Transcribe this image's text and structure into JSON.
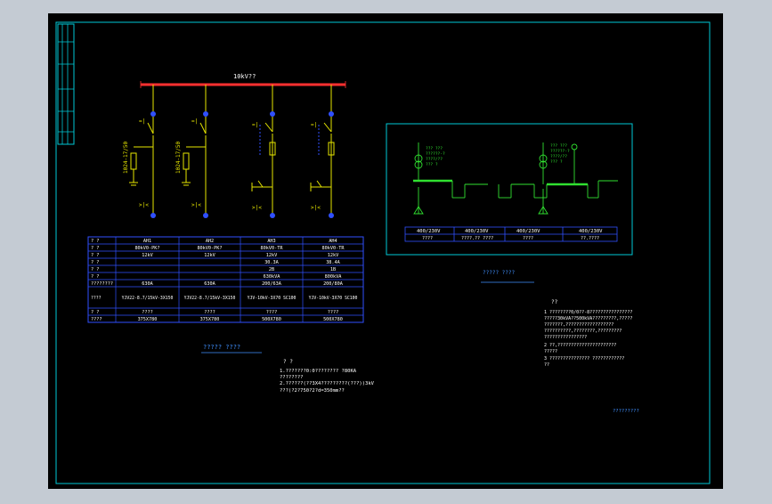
{
  "bus_label": "10kV??",
  "hv_panels": [
    {
      "rating": "1024-17/50"
    },
    {
      "rating": "1024-17/50"
    }
  ],
  "hv_table": {
    "headers": [
      "? ?",
      "AH1",
      "AH2",
      "AH3",
      "AH4"
    ],
    "rows": [
      [
        "? ?",
        "80kV0-PK?",
        "80kV0-PK?",
        "80kV0-TR",
        "80kV0-TR"
      ],
      [
        "? ?",
        "12kV",
        "12kV",
        "12kV",
        "12kV"
      ],
      [
        "? ?",
        "",
        "",
        "30.3A",
        "38.4A"
      ],
      [
        "? ?",
        "",
        "",
        "2B",
        "1B"
      ],
      [
        "? ?",
        "",
        "",
        "630kVA",
        "800kVA"
      ],
      [
        "????????",
        "630A",
        "630A",
        "200/63A",
        "200/80A"
      ],
      [
        "????",
        "YJV22-8.7/15kV-3X150",
        "YJV22-8.7/15kV-3X150",
        "YJV-10kV-3X70 SC100",
        "YJV-10kV-3X70 SC100"
      ],
      [
        "? ?",
        "????",
        "????",
        "????",
        "????"
      ],
      [
        "????",
        "375X780",
        "375X780",
        "500X780",
        "500X780"
      ]
    ]
  },
  "hv_caption": "????? ????",
  "hv_notes": {
    "title": "? ?",
    "lines": [
      "1.???????0:0???????? ?80KA",
      "  ????????",
      "2.??????(??3X4?????????(???))3kV",
      "  ???(?2?750?2?d=350mm??"
    ]
  },
  "lv_table": {
    "headers": [
      "400/230V",
      "400/230V",
      "400/230V",
      "400/230V"
    ],
    "values": [
      "????",
      "????.?? ????",
      "????",
      "??.????"
    ]
  },
  "lv_caption": "????? ????",
  "right_notes": {
    "title": "??",
    "lines": [
      "1  ????????0/0??-8????????????????",
      "   ?????30kVA??500kVA?????????,?????",
      "   ???????,??????????????????",
      "   ??????????,????????,?????????",
      "   ????????????????",
      "2  ??,??????????????????????",
      "   ?????",
      "3  ??????????????? ????????????",
      "   ??"
    ]
  },
  "drawing_tag": "?????????",
  "colors": {
    "background": "#000000",
    "frame": "#00c8d6",
    "bus": "#ff3030",
    "conductor": "#e6e600",
    "node": "#3050ff",
    "table": "#3050ff",
    "text": "#ffffff",
    "lv_green": "#30e030",
    "caption": "#4090ff"
  }
}
